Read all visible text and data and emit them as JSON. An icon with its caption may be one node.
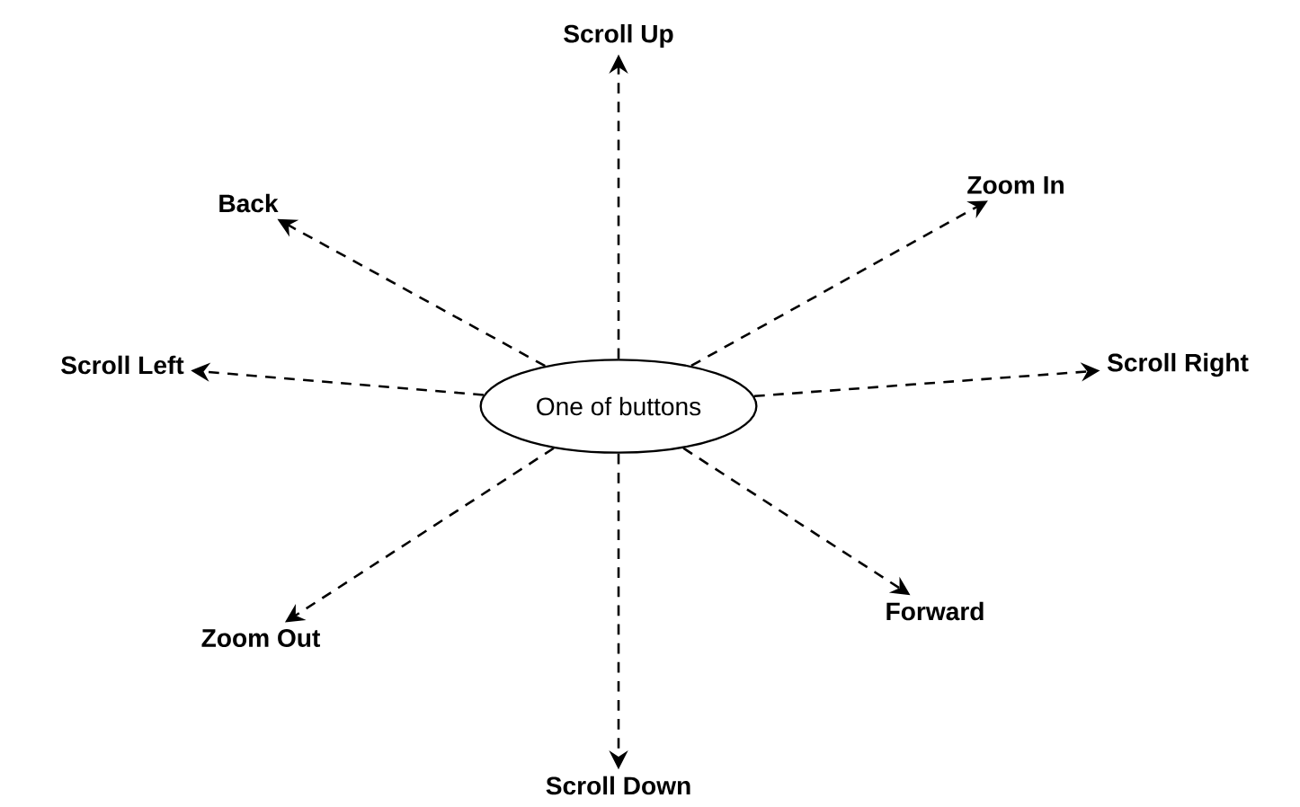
{
  "diagram": {
    "nodes": [
      {
        "text": [
          "One of buttons"
        ]
      },
      {
        "text": [
          "Scroll Up"
        ]
      },
      {
        "text": [
          "Back"
        ]
      },
      {
        "text": [
          "Zoom In"
        ]
      },
      {
        "text": [
          "Scroll Left"
        ]
      },
      {
        "text": [
          "Scroll Right"
        ]
      },
      {
        "text": [
          "Zoom Out"
        ]
      },
      {
        "text": [
          "Forward"
        ]
      },
      {
        "text": [
          "Scroll Down"
        ]
      }
    ],
    "edges": [
      {
        "from": 0,
        "to": 1,
        "arrow": "to"
      },
      {
        "from": 0,
        "to": 2,
        "arrow": "to"
      },
      {
        "from": 0,
        "to": 3,
        "arrow": "to"
      },
      {
        "from": 0,
        "to": 4,
        "arrow": "to"
      },
      {
        "from": 0,
        "to": 5,
        "arrow": "to"
      },
      {
        "from": 0,
        "to": 6,
        "arrow": "to"
      },
      {
        "from": 0,
        "to": 7,
        "arrow": "to"
      },
      {
        "from": 0,
        "to": 8,
        "arrow": "to"
      }
    ]
  }
}
